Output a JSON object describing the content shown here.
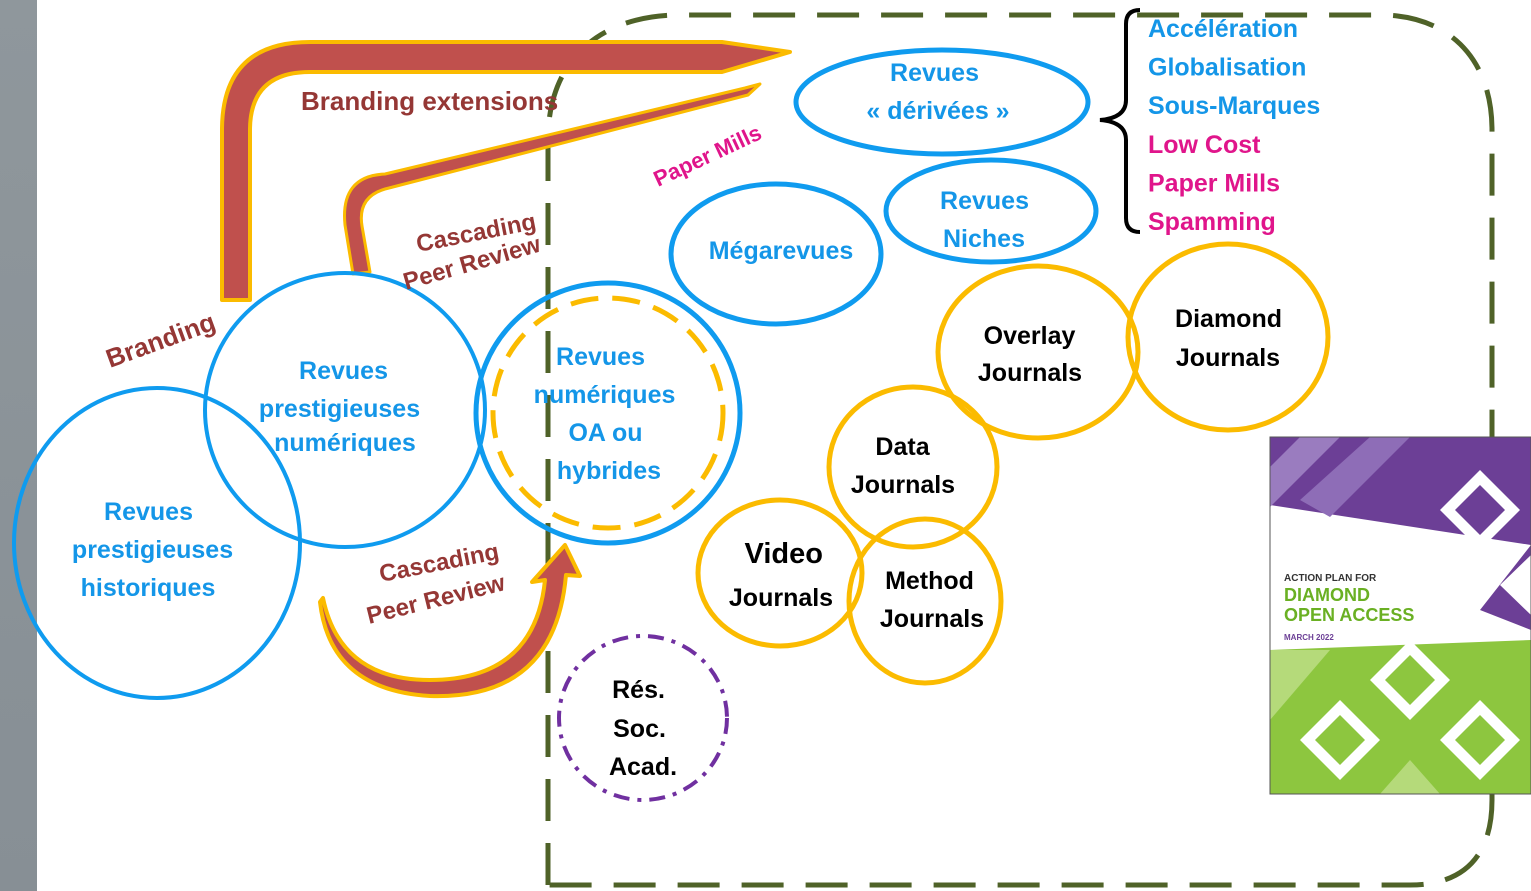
{
  "colors": {
    "blue": "#0f9bef",
    "blue_text": "#1496e8",
    "gold": "#fbbb00",
    "arrow_fill": "#c0504d",
    "arrow_text": "#953735",
    "magenta": "#e0158b",
    "olive": "#4f6228",
    "purple": "#7030a0",
    "black": "#000000"
  },
  "circles": {
    "historiques": "Revues prestigieuses historiques",
    "numeriques": "Revues prestigieuses numériques",
    "oa_hybrides": "Revues numériques OA ou hybrides",
    "derivees": "Revues « dérivées »",
    "niches": "Revues Niches",
    "megarevues": "Mégarevues",
    "overlay": "Overlay Journals",
    "diamond": "Diamond Journals",
    "data_journals": "Data Journals",
    "video": "Video Journals",
    "method": "Method Journals",
    "res_soc": "Rés. Soc. Acad."
  },
  "arrows": {
    "branding": "Branding",
    "branding_extensions": "Branding extensions",
    "cascading_upper": "Cascading Peer Review",
    "cascading_lower": "Cascading Peer Review",
    "paper_mills": "Paper Mills"
  },
  "side_list": {
    "blue_items": [
      "Accélération",
      "Globalisation",
      "Sous-Marques"
    ],
    "magenta_items": [
      "Low Cost",
      "Paper Mills",
      "Spamming"
    ]
  },
  "cover": {
    "line1": "ACTION PLAN FOR",
    "line2": "DIAMOND",
    "line3": "OPEN ACCESS",
    "date": "MARCH 2022",
    "colors": {
      "purple": "#6c3f96",
      "purple_light": "#9a7cbf",
      "green": "#8dc63f",
      "green_light": "#b5da7a",
      "green_text": "#6ab023"
    }
  }
}
